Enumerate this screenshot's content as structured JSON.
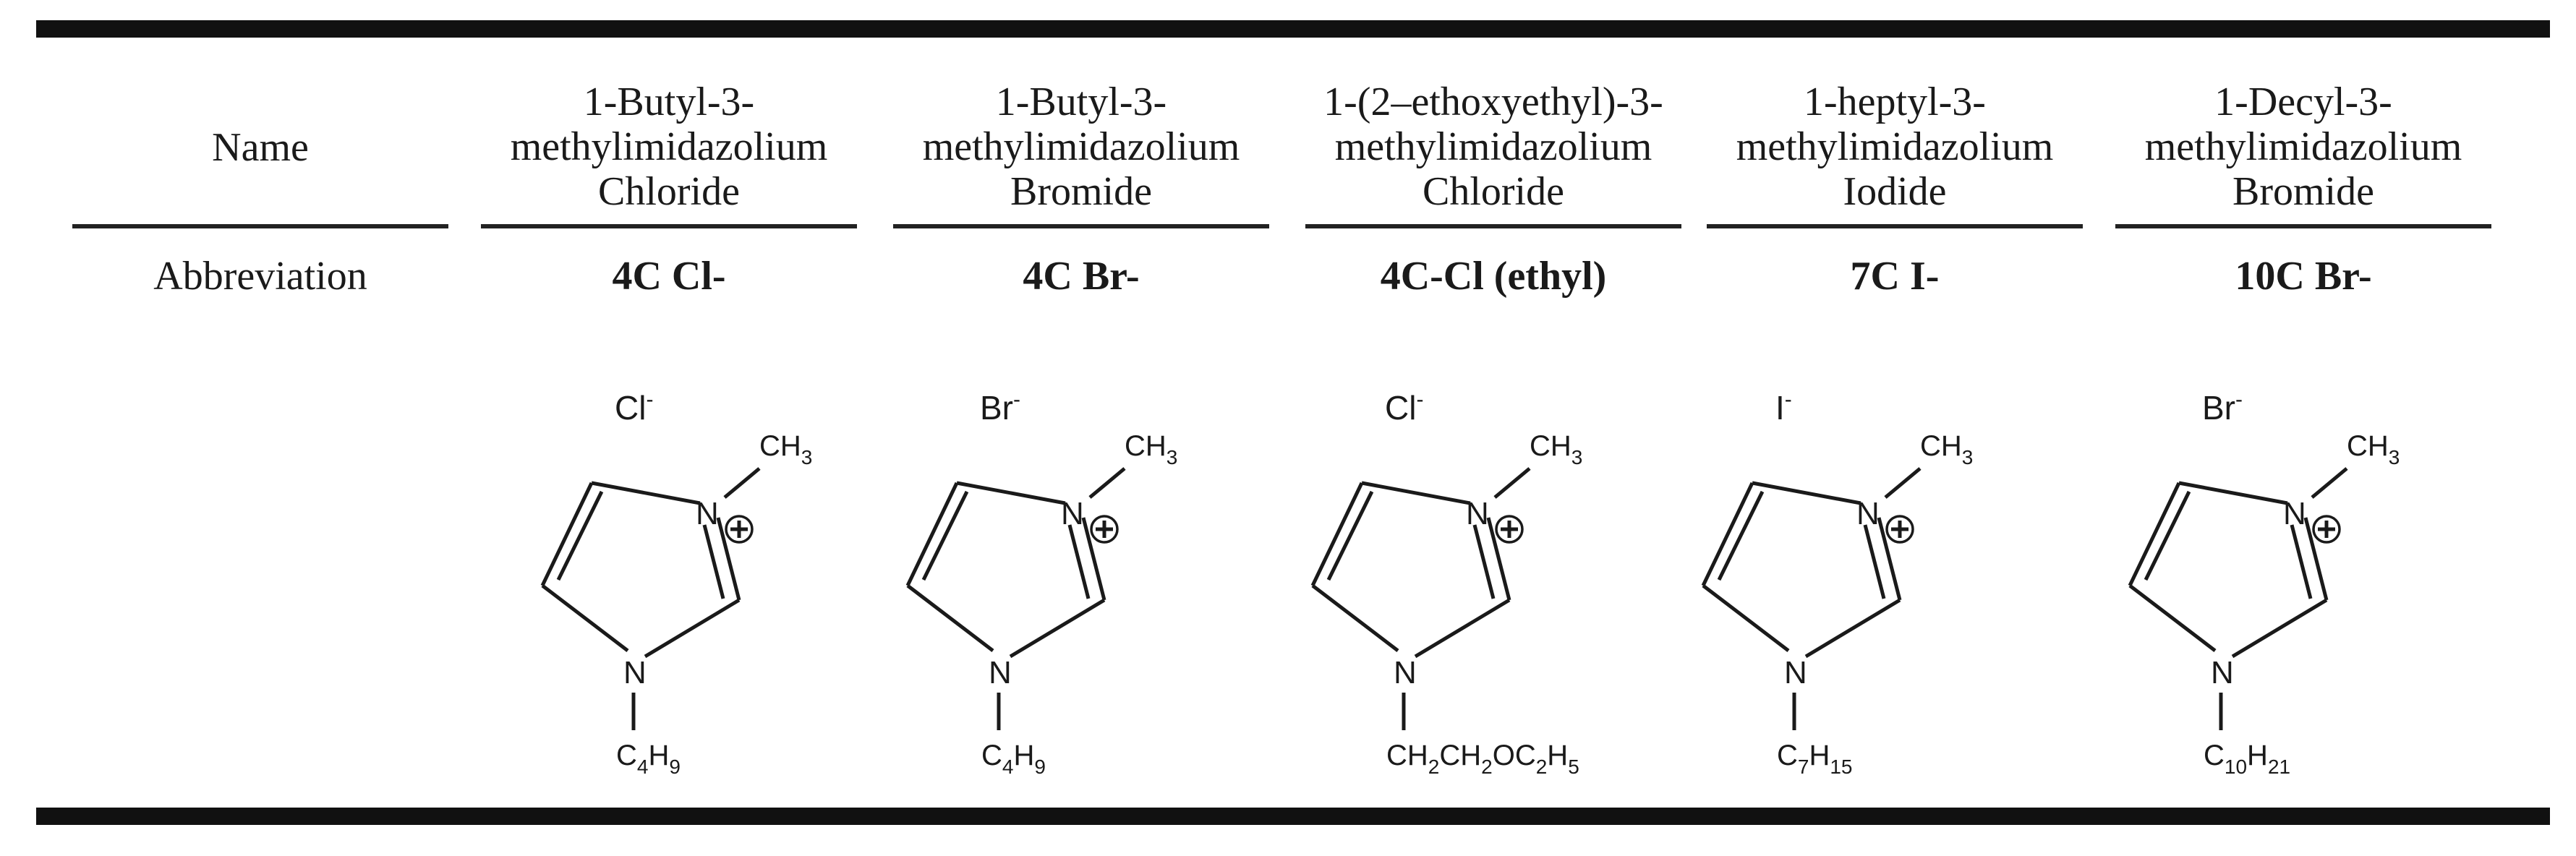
{
  "table": {
    "row_labels": {
      "name": "Name",
      "abbreviation": "Abbreviation"
    },
    "compounds": [
      {
        "name_lines": [
          "1-Butyl-3-",
          "methylimidazolium",
          "Chloride"
        ],
        "abbreviation": "4C Cl-",
        "structure": {
          "anion": "Cl",
          "substituent": {
            "main": "C",
            "parts": [
              {
                "t": "4",
                "sub": true
              },
              {
                "t": "H",
                "sub": false
              },
              {
                "t": "9",
                "sub": true
              }
            ]
          }
        }
      },
      {
        "name_lines": [
          "1-Butyl-3-",
          "methylimidazolium",
          "Bromide"
        ],
        "abbreviation": "4C Br-",
        "structure": {
          "anion": "Br",
          "substituent": {
            "main": "C",
            "parts": [
              {
                "t": "4",
                "sub": true
              },
              {
                "t": "H",
                "sub": false
              },
              {
                "t": "9",
                "sub": true
              }
            ]
          }
        }
      },
      {
        "name_lines": [
          "1-(2–ethoxyethyl)-3-",
          "methylimidazolium",
          "Chloride"
        ],
        "abbreviation": "4C-Cl (ethyl)",
        "structure": {
          "anion": "Cl",
          "substituent": {
            "main": "CH",
            "parts": [
              {
                "t": "2",
                "sub": true
              },
              {
                "t": "CH",
                "sub": false
              },
              {
                "t": "2",
                "sub": true
              },
              {
                "t": "OC",
                "sub": false
              },
              {
                "t": "2",
                "sub": true
              },
              {
                "t": "H",
                "sub": false
              },
              {
                "t": "5",
                "sub": true
              }
            ]
          }
        }
      },
      {
        "name_lines": [
          "1-heptyl-3-",
          "methylimidazolium",
          "Iodide"
        ],
        "abbreviation": "7C I-",
        "structure": {
          "anion": "I",
          "substituent": {
            "main": "C",
            "parts": [
              {
                "t": "7",
                "sub": true
              },
              {
                "t": "H",
                "sub": false
              },
              {
                "t": "15",
                "sub": true
              }
            ]
          }
        }
      },
      {
        "name_lines": [
          "1-Decyl-3-",
          "methylimidazolium",
          "Bromide"
        ],
        "abbreviation": "10C Br-",
        "structure": {
          "anion": "Br",
          "substituent": {
            "main": "C",
            "parts": [
              {
                "t": "10",
                "sub": true
              },
              {
                "t": "H",
                "sub": false
              },
              {
                "t": "21",
                "sub": true
              }
            ]
          }
        }
      }
    ]
  },
  "structure_labels": {
    "anion_charge": "-",
    "nitrogen": "N",
    "methyl_main": "CH",
    "methyl_sub": "3"
  }
}
